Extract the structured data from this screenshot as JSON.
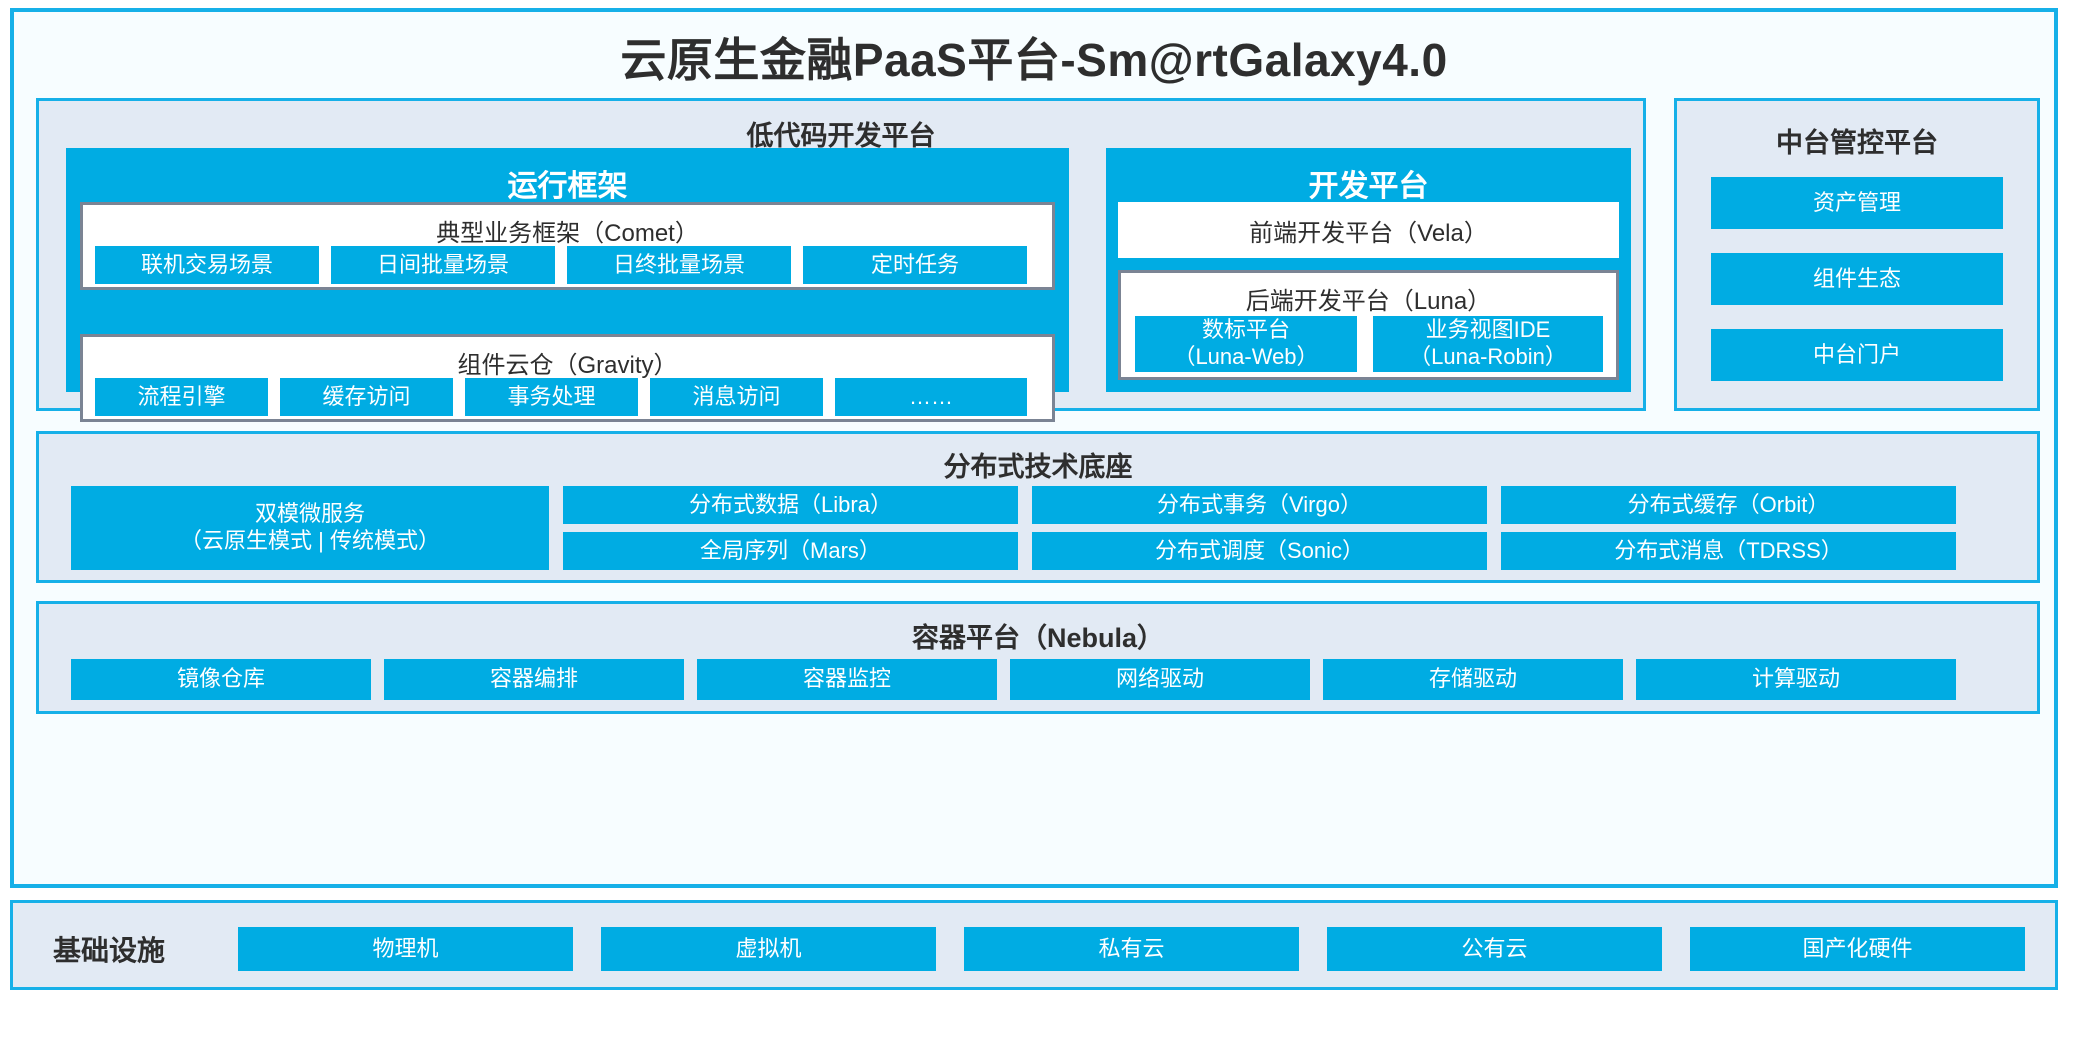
{
  "page": {
    "title": "云原生金融PaaS平台-Sm@rtGalaxy4.0",
    "accent_color": "#00ace3",
    "panel_bg_color": "#e2eaf4",
    "border_color": "#16b0e8",
    "inner_border_color": "#7b8494"
  },
  "lowcode": {
    "title": "低代码开发平台",
    "runtime": {
      "title": "运行框架",
      "comet": {
        "title": "典型业务框架（Comet）",
        "items": [
          "联机交易场景",
          "日间批量场景",
          "日终批量场景",
          "定时任务"
        ]
      },
      "gravity": {
        "title": "组件云仓（Gravity）",
        "items": [
          "流程引擎",
          "缓存访问",
          "事务处理",
          "消息访问",
          "……"
        ]
      }
    },
    "devplatform": {
      "title": "开发平台",
      "vela": "前端开发平台（Vela）",
      "luna": {
        "title": "后端开发平台（Luna）",
        "items": [
          "数标平台\n（Luna-Web）",
          "业务视图IDE\n（Luna-Robin）"
        ]
      }
    }
  },
  "midoffice": {
    "title": "中台管控平台",
    "items": [
      "资产管理",
      "组件生态",
      "中台门户"
    ]
  },
  "distributed": {
    "title": "分布式技术底座",
    "microservice": "双模微服务\n（云原生模式 | 传统模式）",
    "columns": [
      [
        "分布式数据（Libra）",
        "全局序列（Mars）"
      ],
      [
        "分布式事务（Virgo）",
        "分布式调度（Sonic）"
      ],
      [
        "分布式缓存（Orbit）",
        "分布式消息（TDRSS）"
      ]
    ]
  },
  "container": {
    "title": "容器平台（Nebula）",
    "items": [
      "镜像仓库",
      "容器编排",
      "容器监控",
      "网络驱动",
      "存储驱动",
      "计算驱动"
    ]
  },
  "infrastructure": {
    "label": "基础设施",
    "items": [
      "物理机",
      "虚拟机",
      "私有云",
      "公有云",
      "国产化硬件"
    ]
  }
}
